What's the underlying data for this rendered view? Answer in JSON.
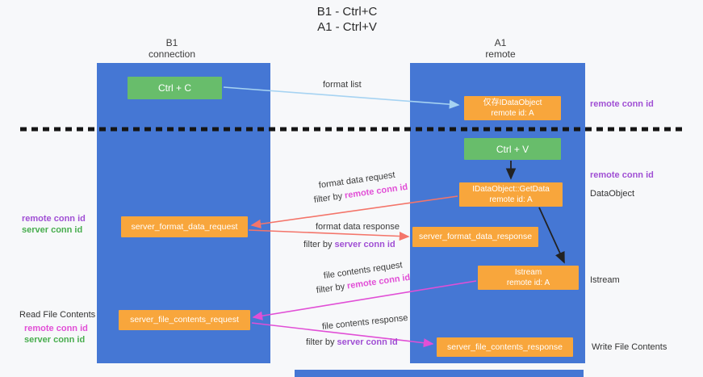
{
  "title": {
    "line1": "B1 - Ctrl+C",
    "line2": "A1 - Ctrl+V"
  },
  "lifelines": {
    "left": {
      "name": "B1",
      "subtitle": "connection"
    },
    "right": {
      "name": "A1",
      "subtitle": "remote"
    }
  },
  "boxes": {
    "ctrl_c": "Ctrl + C",
    "ctrl_v": "Ctrl + V",
    "data_object_store": {
      "line1": "仅存IDataObject",
      "line2": "remote id: A"
    },
    "get_data": {
      "line1": "IDataObject::GetData",
      "line2": "remote id: A"
    },
    "istream": {
      "line1": "Istream",
      "line2": "remote id: A"
    },
    "server_format_data_request": "server_format_data_request",
    "server_format_data_response": "server_format_data_response",
    "server_file_contents_request": "server_file_contents_request",
    "server_file_contents_response": "server_file_contents_response"
  },
  "arrow_labels": {
    "format_list": "format list",
    "format_data_request": "format data request",
    "format_data_response": "format data response",
    "file_contents_request": "file contents request",
    "file_contents_response": "file contents response",
    "filter_by": "filter by",
    "remote_conn_id": "remote conn id",
    "server_conn_id": "server conn id"
  },
  "annotations": {
    "remote_conn_id": "remote conn id",
    "server_conn_id": "server conn id",
    "data_object": "DataObject",
    "istream": "Istream",
    "read_file_contents": "Read File Contents",
    "write_file_contents": "Write File Contents"
  },
  "colors": {
    "lifeline_blue": "#4577d4",
    "box_green": "#68bd6b",
    "box_orange": "#f8a63c",
    "purple_text": "#a04fd4",
    "magenta_text": "#e14fd6",
    "green_text": "#48ad4e",
    "arrow_red": "#f4756a",
    "arrow_blue": "#a6d3f2",
    "arrow_black": "#222222"
  }
}
